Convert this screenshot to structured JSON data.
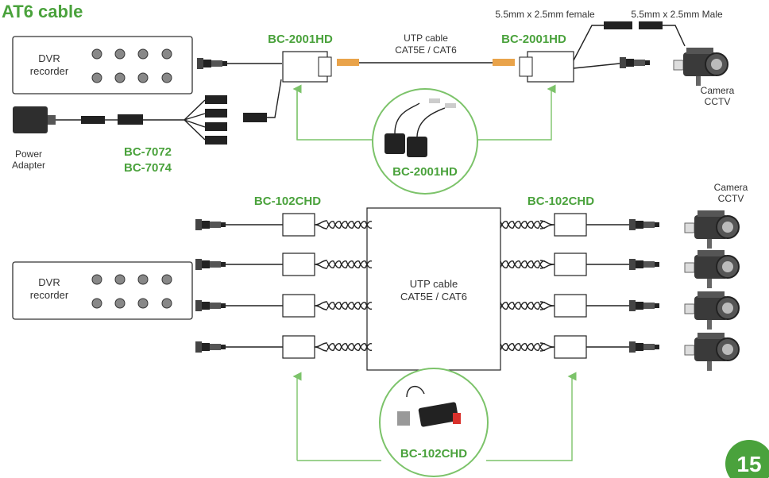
{
  "header": {
    "title": "AT6 cable"
  },
  "colors": {
    "accent": "#4aa23c",
    "page_badge": "#4aa23c"
  },
  "top": {
    "dvr_label": "DVR\nrecorder",
    "dvr_l1": "DVR",
    "dvr_l2": "recorder",
    "balun_left_label": "BC-2001HD",
    "balun_right_label": "BC-2001HD",
    "cable_l1": "UTP cable",
    "cable_l2": "CAT5E / CAT6",
    "female_label": "5.5mm x 2.5mm female",
    "male_label": "5.5mm x 2.5mm Male",
    "camera_l1": "Camera",
    "camera_l2": "CCTV",
    "power_l1": "Power",
    "power_l2": "Adapter",
    "splitter_l1": "BC-7072",
    "splitter_l2": "BC-7074",
    "circle_label": "BC-2001HD"
  },
  "bottom": {
    "balun_left_label": "BC-102CHD",
    "balun_right_label": "BC-102CHD",
    "camera_l1": "Camera",
    "camera_l2": "CCTV",
    "dvr_l1": "DVR",
    "dvr_l2": "recorder",
    "cable_l1": "UTP cable",
    "cable_l2": "CAT5E / CAT6",
    "circle_label": "BC-102CHD"
  },
  "page_number": "15"
}
